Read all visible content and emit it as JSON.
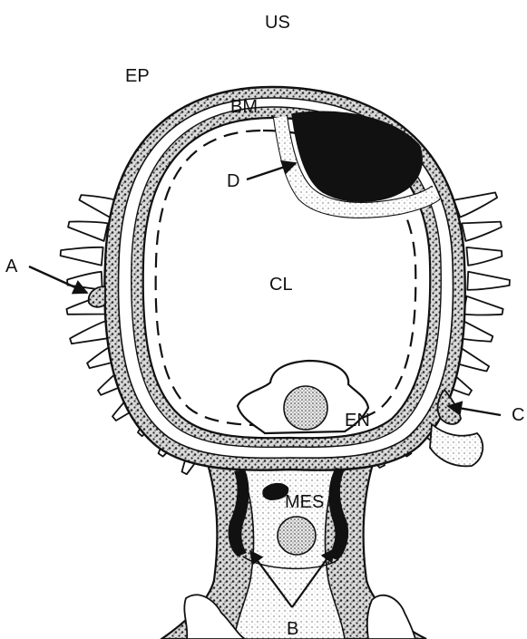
{
  "labels": {
    "us": "US",
    "ep": "EP",
    "bm": "BM",
    "d": "D",
    "a": "A",
    "cl": "CL",
    "c": "C",
    "en": "EN",
    "mes": "MES",
    "b": "B"
  },
  "colors": {
    "ink": "#111111",
    "paper": "#ffffff",
    "stipple": "#3a3a3a"
  }
}
